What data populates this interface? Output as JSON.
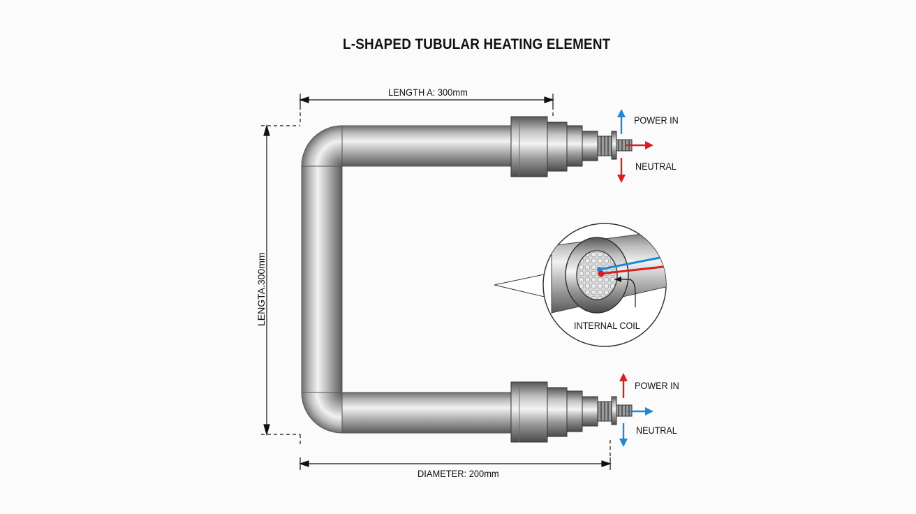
{
  "title": "L-SHAPED TUBULAR HEATING ELEMENT",
  "dimensions": {
    "length_a_top": "LENGTH A: 300mm",
    "length_a_side": "LENGTA.300mm",
    "diameter": "DIAMETER: 200mm"
  },
  "terminals": {
    "top": {
      "power_label": "POWER IN",
      "neutral_label": "NEUTRAL"
    },
    "bottom": {
      "power_label": "POWER IN",
      "neutral_label": "NEUTRAL"
    }
  },
  "detail": {
    "label": "INTERNAL COIL"
  },
  "colors": {
    "power_top": "#1e88d8",
    "neutral_top": "#d81e1e",
    "power_bottom": "#d81e1e",
    "neutral_bottom": "#1e88d8",
    "steel": "#9a9a9a",
    "line": "#111111"
  }
}
